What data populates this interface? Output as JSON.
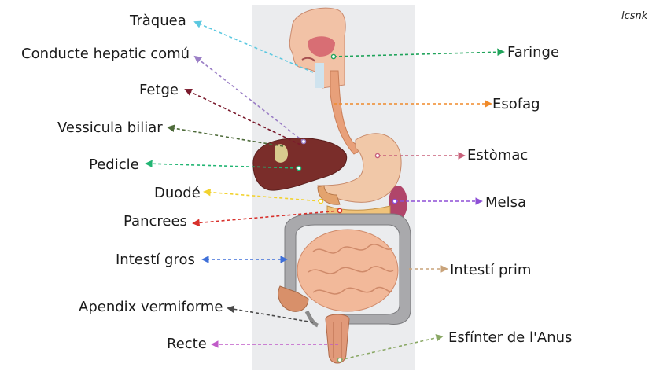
{
  "credit": "lcsnk",
  "labels": {
    "traquea": "Tràquea",
    "conducte_hepatic": "Conducte hepatic comú",
    "fetge": "Fetge",
    "vessicula": "Vessicula biliar",
    "pedicle": "Pedicle",
    "duode": "Duodé",
    "pancrees": "Pancrees",
    "intesti_gros": "Intestí gros",
    "apendix": "Apendix vermiforme",
    "recte": "Recte",
    "faringe": "Faringe",
    "esofag": "Esofag",
    "estomac": "Estòmac",
    "melsa": "Melsa",
    "intesti_prim": "Intestí prim",
    "esfinter": "Esfínter de l'Anus"
  },
  "colors": {
    "traquea": "#5bc8e0",
    "conducte_hepatic": "#9b7fc6",
    "fetge": "#7a1a2c",
    "vessicula": "#4e6b3a",
    "pedicle": "#22b573",
    "duode": "#f2d22e",
    "pancrees": "#d8312c",
    "intesti_gros": "#3e6fd8",
    "apendix": "#4a4a4a",
    "recte": "#c05bc8",
    "faringe": "#1fa35a",
    "esofag": "#f08a2a",
    "estomac": "#c8607a",
    "melsa": "#8e4fd6",
    "intesti_prim": "#c9a37a",
    "esfinter": "#8aa865"
  }
}
